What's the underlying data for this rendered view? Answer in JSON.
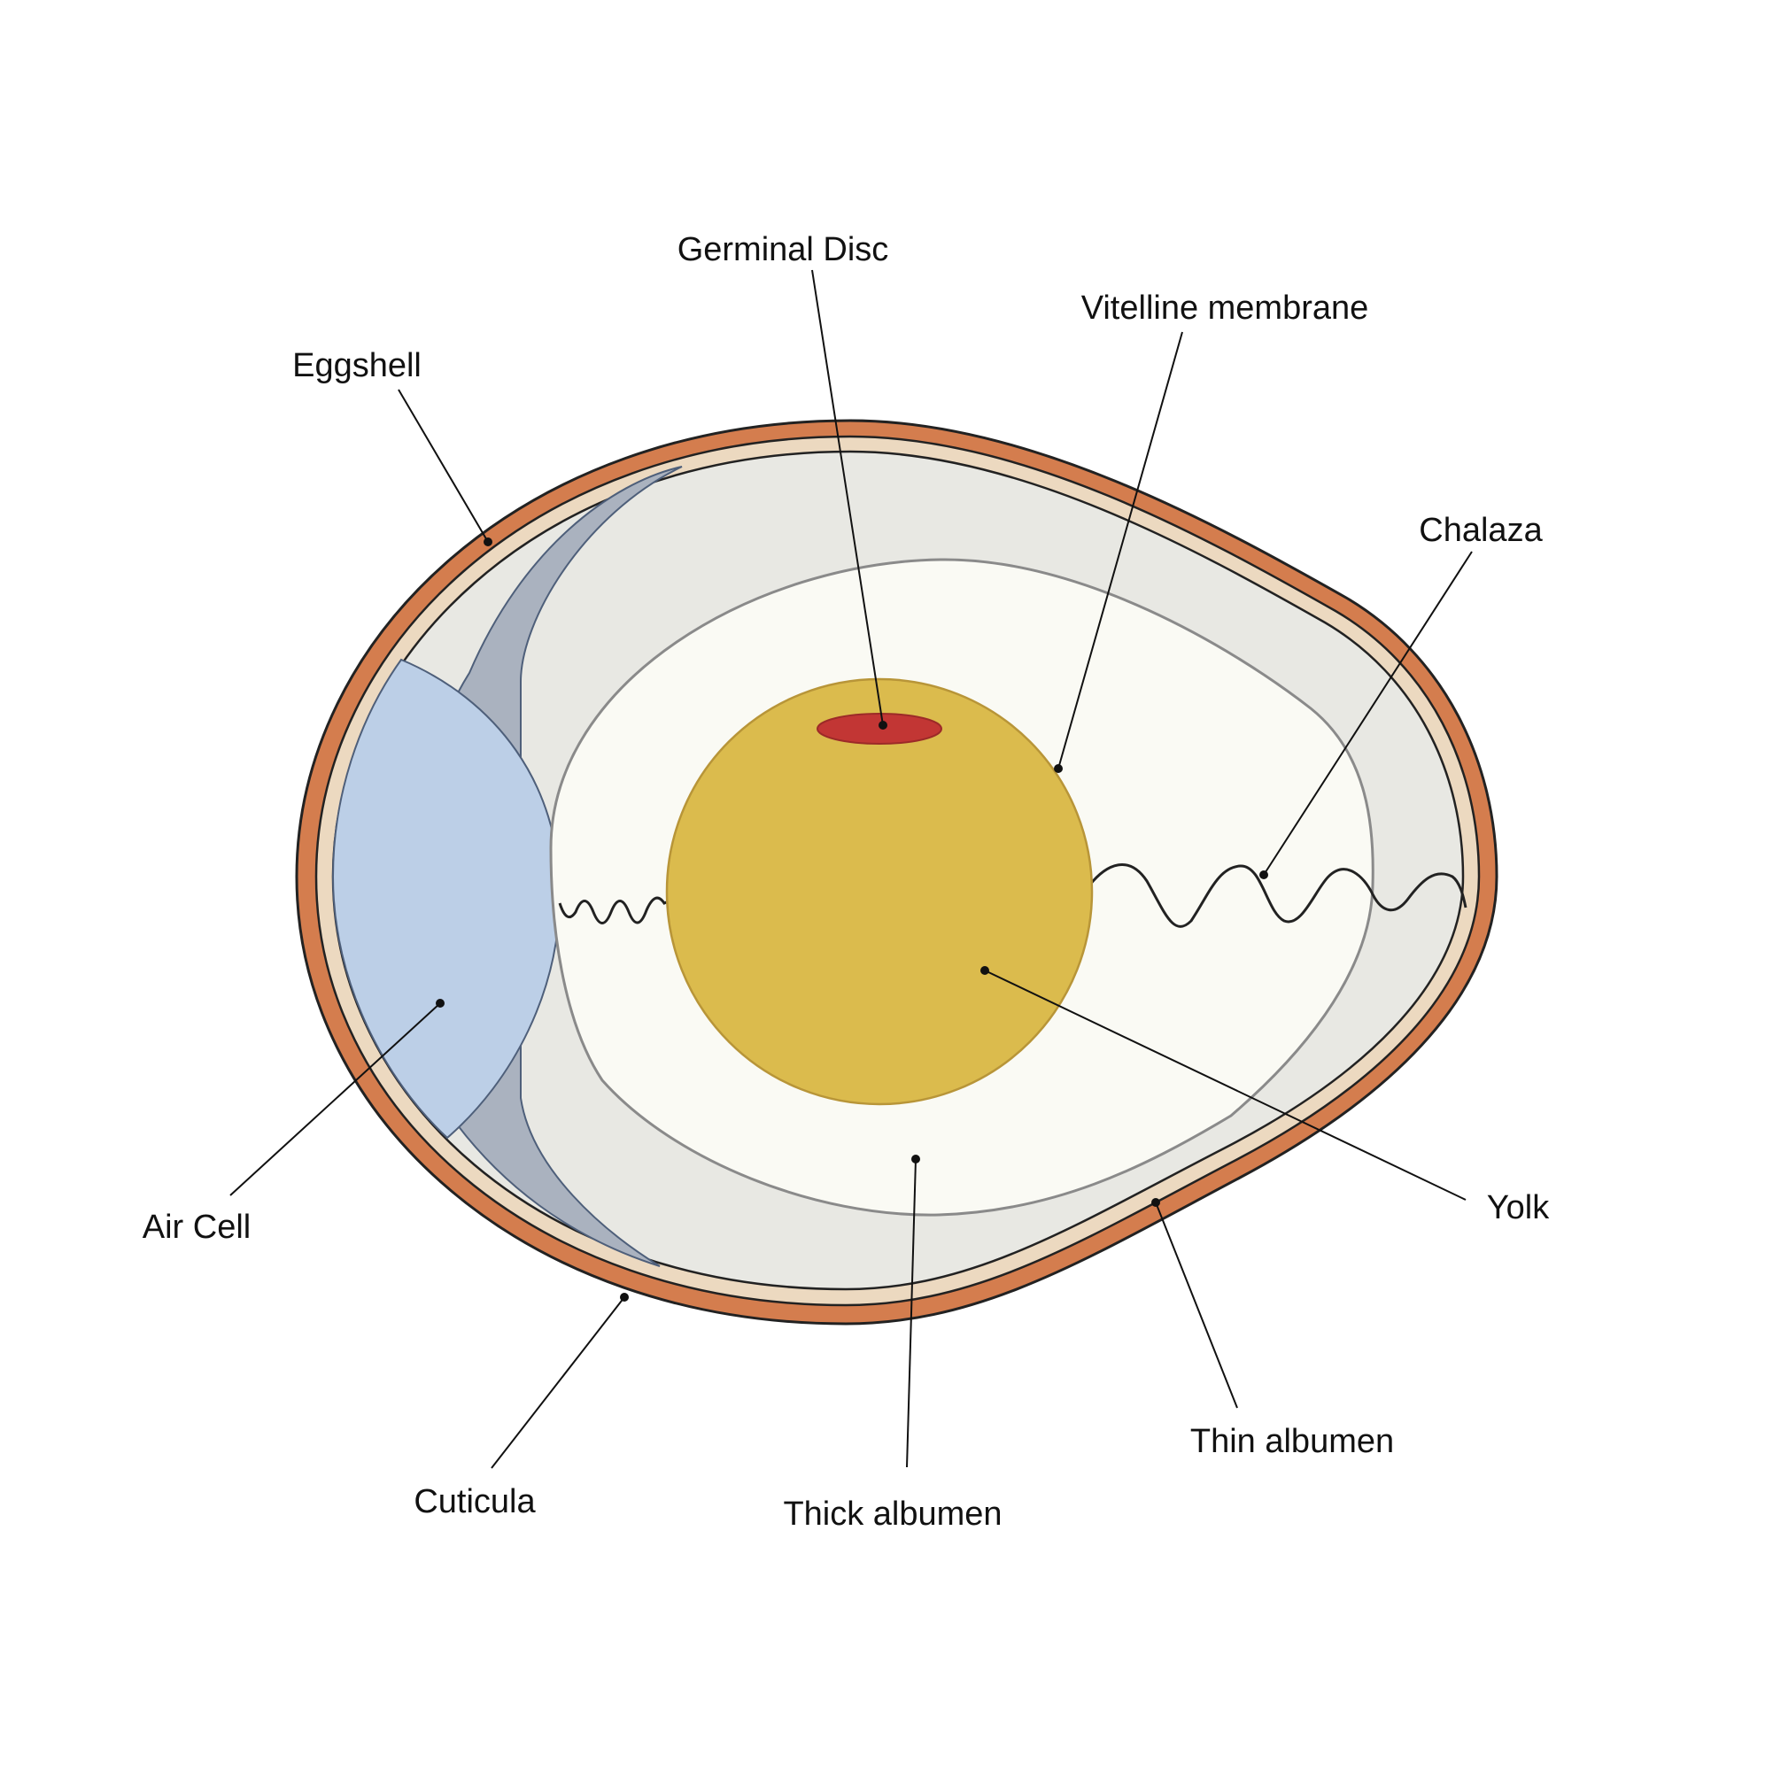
{
  "diagram": {
    "colors": {
      "eggshell": "#d47d4e",
      "shell_membrane": "#ecd9c0",
      "thin_albumen": "#e8e8e3",
      "air_cell": "#bccfe7",
      "air_cell_shadow": "#aab2bf",
      "thick_albumen": "#fafaf4",
      "yolk": "#dbbb4d",
      "germinal_disc": "#c23634",
      "outline": "#222222"
    },
    "labels": {
      "germinal_disc": "Germinal Disc",
      "vitelline_membrane": "Vitelline membrane",
      "eggshell": "Eggshell",
      "chalaza": "Chalaza",
      "air_cell": "Air Cell",
      "yolk": "Yolk",
      "thin_albumen": "Thin albumen",
      "cuticula": "Cuticula",
      "thick_albumen": "Thick albumen"
    }
  }
}
